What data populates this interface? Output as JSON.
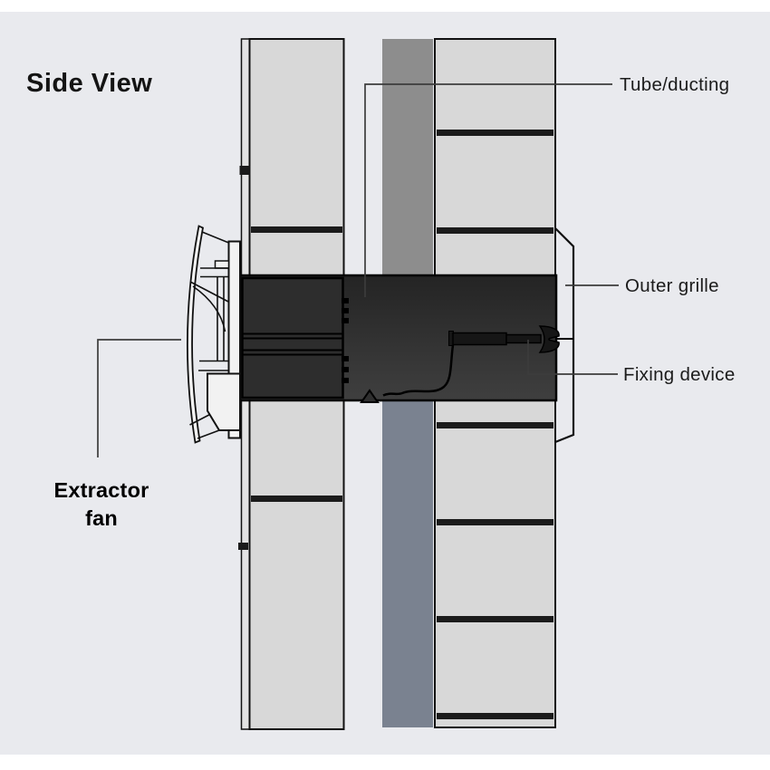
{
  "title": "Side View",
  "labels": {
    "tube": "Tube/ducting",
    "outer_grille": "Outer grille",
    "fixing_device": "Fixing device",
    "extractor_line1": "Extractor",
    "extractor_line2": "fan"
  },
  "colors": {
    "background": "#e9eaee",
    "wall_fill": "#d8d8d8",
    "liner_fill": "#e3e3e3",
    "cavity_upper": "#8d8d8d",
    "cavity_lower": "#7a8290",
    "joint": "#1b1b1b",
    "tube_top": "#242424",
    "tube_bottom": "#3f3f3f",
    "fan_body": "#2d2d2d",
    "metal_dark": "#161616",
    "fitting_light": "#f2f2f2",
    "outline": "#111111",
    "leader": "#3c3c3c",
    "text": "#1c1c1c"
  }
}
